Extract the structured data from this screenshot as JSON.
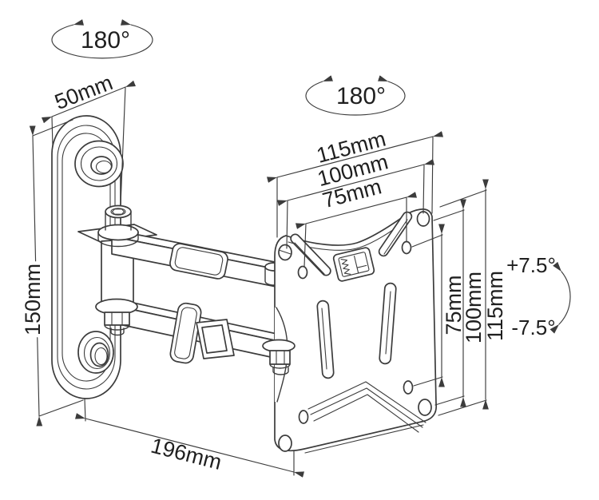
{
  "diagram": {
    "description": "Articulating monitor wall mount — dimensioned technical line drawing",
    "colors": {
      "line": "#3c3c3c",
      "text": "#1f1f1f",
      "background": "#ffffff"
    },
    "labels": {
      "swivel_left": "180°",
      "swivel_right": "180°",
      "wall_plate_width": "50mm",
      "wall_plate_height": "150mm",
      "top_width_outer": "115mm",
      "top_width_mid": "100mm",
      "top_width_inner": "75mm",
      "side_height_inner": "75mm",
      "side_height_mid": "100mm",
      "side_height_outer": "115mm",
      "tilt_up": "+7.5°",
      "tilt_down": "-7.5°",
      "arm_reach": "196mm"
    }
  }
}
